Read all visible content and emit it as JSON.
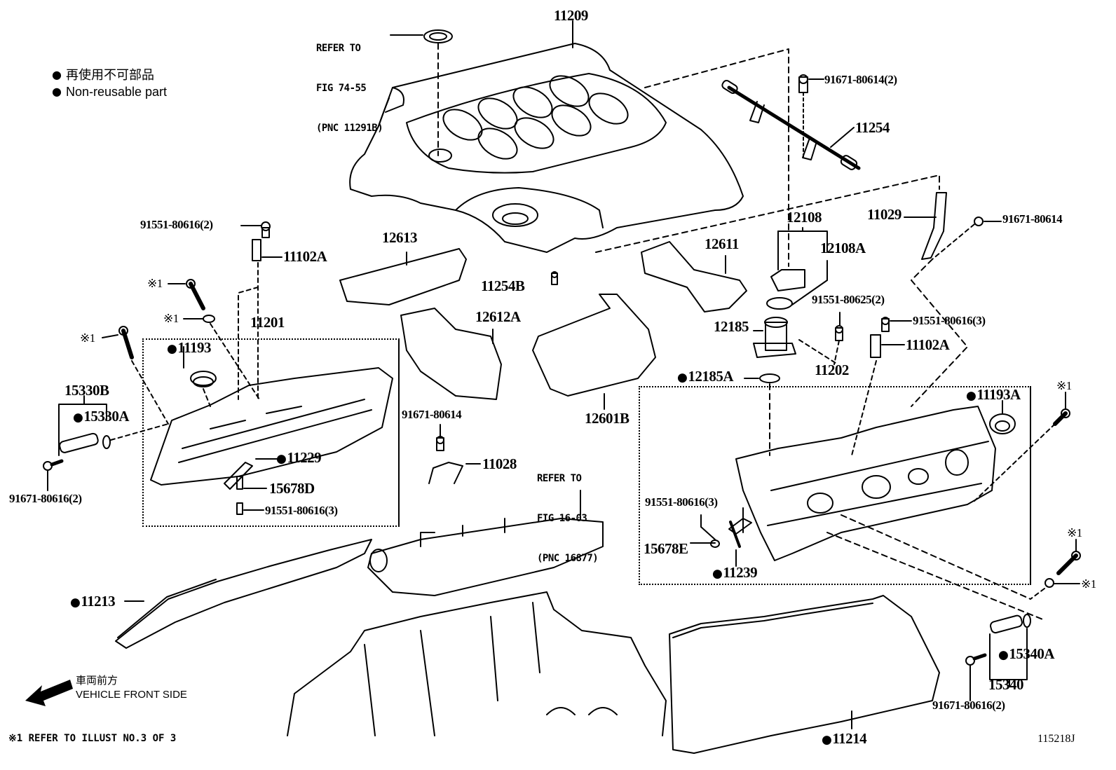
{
  "legend": {
    "symbol_jp": "再使用不可部品",
    "symbol_en": "Non-reusable part"
  },
  "direction": {
    "jp": "車両前方",
    "en": "VEHICLE FRONT SIDE",
    "icon": "arrow-left-down-icon"
  },
  "footnote": "※1 REFER TO ILLUST NO.3 OF 3",
  "figure_id": "115218J",
  "references": [
    {
      "line1": "REFER TO",
      "line2": "FIG 74-55",
      "line3": "(PNC 11291B)"
    },
    {
      "line1": "REFER TO",
      "line2": "FIG 16-03",
      "line3": "(PNC 16877)"
    }
  ],
  "callouts": {
    "c11209": {
      "text": "11209",
      "non_reusable": false
    },
    "c91671_80614_2": {
      "text": "91671-80614(2)",
      "non_reusable": false
    },
    "c11254": {
      "text": "11254",
      "non_reusable": false
    },
    "c11029": {
      "text": "11029",
      "non_reusable": false
    },
    "c91671_80614_r": {
      "text": "91671-80614",
      "non_reusable": false
    },
    "c91551_80616_2": {
      "text": "91551-80616(2)",
      "non_reusable": false
    },
    "c11102A_l": {
      "text": "11102A",
      "non_reusable": false
    },
    "c12613": {
      "text": "12613",
      "non_reusable": false
    },
    "c12611": {
      "text": "12611",
      "non_reusable": false
    },
    "c12108": {
      "text": "12108",
      "non_reusable": false
    },
    "c12108A": {
      "text": "12108A",
      "non_reusable": false
    },
    "c11254B": {
      "text": "11254B",
      "non_reusable": false
    },
    "c91551_80625_2": {
      "text": "91551-80625(2)",
      "non_reusable": false
    },
    "c91551_80616_3_r": {
      "text": "91551-80616(3)",
      "non_reusable": false
    },
    "c11102A_r": {
      "text": "11102A",
      "non_reusable": false
    },
    "c12185": {
      "text": "12185",
      "non_reusable": false
    },
    "c12612A": {
      "text": "12612A",
      "non_reusable": false
    },
    "c11201": {
      "text": "11201",
      "non_reusable": false
    },
    "c11193": {
      "text": "11193",
      "non_reusable": true
    },
    "c12185A": {
      "text": "12185A",
      "non_reusable": true
    },
    "c11202": {
      "text": "11202",
      "non_reusable": false
    },
    "c11193A": {
      "text": "11193A",
      "non_reusable": true
    },
    "c15330B": {
      "text": "15330B",
      "non_reusable": false
    },
    "c15330A": {
      "text": "15330A",
      "non_reusable": true
    },
    "c12601B": {
      "text": "12601B",
      "non_reusable": false
    },
    "c91671_80614_m": {
      "text": "91671-80614",
      "non_reusable": false
    },
    "c11229": {
      "text": "11229",
      "non_reusable": true
    },
    "c11028": {
      "text": "11028",
      "non_reusable": false
    },
    "c91671_80616_2_l": {
      "text": "91671-80616(2)",
      "non_reusable": false
    },
    "c15678D": {
      "text": "15678D",
      "non_reusable": false
    },
    "c91551_80616_3_l": {
      "text": "91551-80616(3)",
      "non_reusable": false
    },
    "c91551_80616_3_m": {
      "text": "91551-80616(3)",
      "non_reusable": false
    },
    "c15678E": {
      "text": "15678E",
      "non_reusable": false
    },
    "c11239": {
      "text": "11239",
      "non_reusable": true
    },
    "c11213": {
      "text": "11213",
      "non_reusable": true
    },
    "c15340A": {
      "text": "15340A",
      "non_reusable": true
    },
    "c15340": {
      "text": "15340",
      "non_reusable": false
    },
    "c91671_80616_2_r": {
      "text": "91671-80616(2)",
      "non_reusable": false
    },
    "c11214": {
      "text": "11214",
      "non_reusable": true
    },
    "star1_a": {
      "text": "※1",
      "non_reusable": false
    },
    "star1_b": {
      "text": "※1",
      "non_reusable": false
    },
    "star1_c": {
      "text": "※1",
      "non_reusable": false
    },
    "star1_d": {
      "text": "※1",
      "non_reusable": false
    },
    "star1_e": {
      "text": "※1",
      "non_reusable": false
    }
  }
}
